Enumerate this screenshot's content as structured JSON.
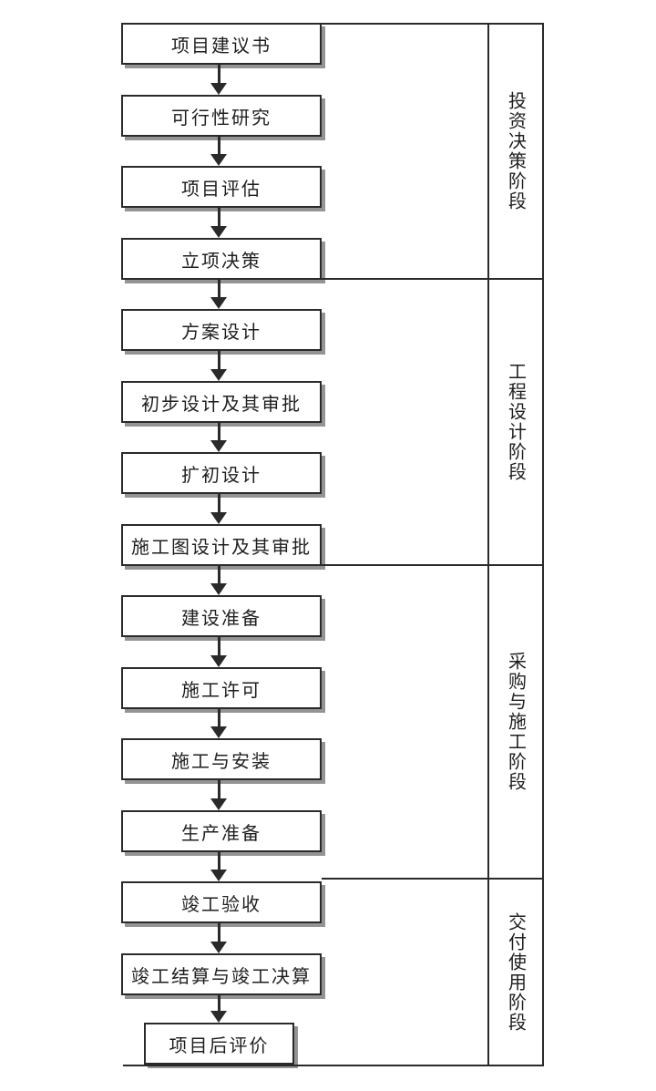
{
  "diagram": {
    "steps": [
      {
        "label": "项目建议书"
      },
      {
        "label": "可行性研究"
      },
      {
        "label": "项目评估"
      },
      {
        "label": "立项决策"
      },
      {
        "label": "方案设计"
      },
      {
        "label": "初步设计及其审批"
      },
      {
        "label": "扩初设计"
      },
      {
        "label": "施工图设计及其审批"
      },
      {
        "label": "建设准备"
      },
      {
        "label": "施工许可"
      },
      {
        "label": "施工与安装"
      },
      {
        "label": "生产准备"
      },
      {
        "label": "竣工验收"
      },
      {
        "label": "竣工结算与竣工决算"
      },
      {
        "label": "项目后评价"
      }
    ],
    "phases": [
      {
        "label": "投资决策阶段",
        "covers_steps": [
          1,
          4
        ]
      },
      {
        "label": "工程设计阶段",
        "covers_steps": [
          5,
          8
        ]
      },
      {
        "label": "采购与施工阶段",
        "covers_steps": [
          9,
          12
        ]
      },
      {
        "label": "交付使用阶段",
        "covers_steps": [
          13,
          15
        ]
      }
    ],
    "colors": {
      "line": "#2a2a2a",
      "shadow": "#949494",
      "box_fill": "#ffffff",
      "background": "#ffffff",
      "text": "#1f1f1f"
    }
  }
}
